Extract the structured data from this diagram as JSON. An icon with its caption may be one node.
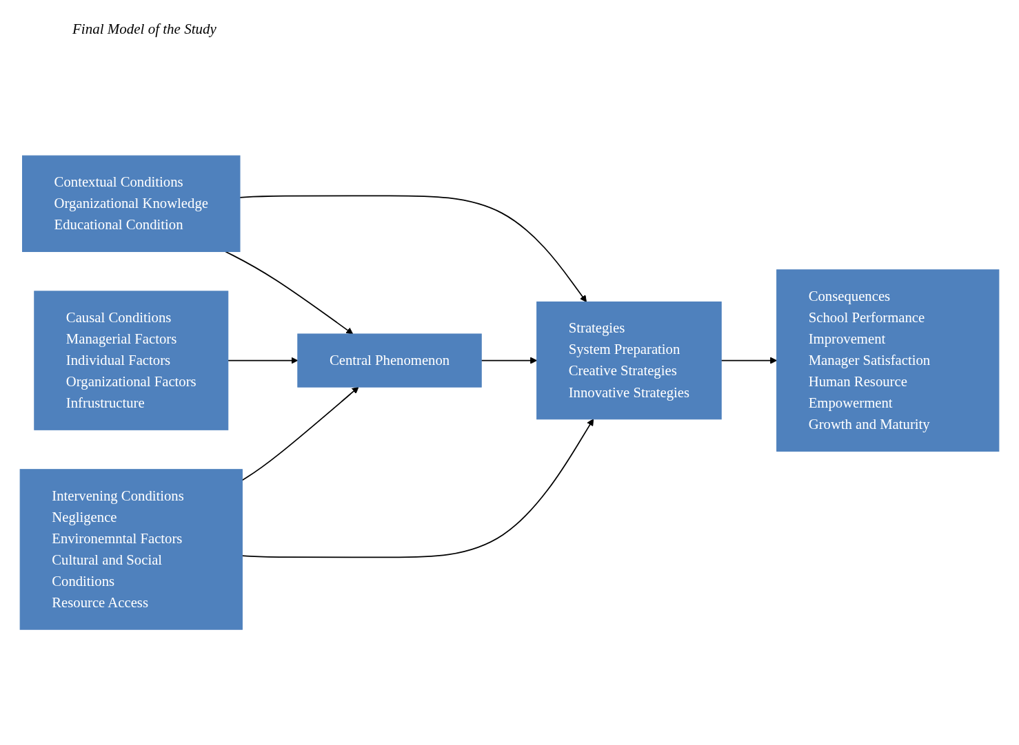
{
  "diagram": {
    "title": "Final Model of the Study",
    "nodes": [
      {
        "text": [
          "Contextual Conditions",
          "Organizational Knowledge",
          "Educational Condition"
        ]
      },
      {
        "text": [
          "Causal Conditions",
          "Managerial Factors",
          "Individual Factors",
          "Organizational Factors",
          "Infrustructure"
        ]
      },
      {
        "text": [
          "Central Phenomenon"
        ]
      },
      {
        "text": [
          "Strategies",
          "System Preparation",
          "Creative Strategies",
          "Innovative Strategies"
        ]
      },
      {
        "text": [
          "Consequences",
          "School Performance Improvement",
          "Manager Satisfaction",
          "Human Resource Empowerment",
          "Growth and Maturity"
        ]
      },
      {
        "text": [
          "Intervening Conditions",
          "Negligence",
          "Environemntal Factors",
          "Cultural and Social Conditions",
          "Resource Access"
        ]
      }
    ],
    "edges": [
      {
        "from": 0,
        "to": 2,
        "arrow": "to"
      },
      {
        "from": 0,
        "to": 3,
        "arrow": "to"
      },
      {
        "from": 1,
        "to": 2,
        "arrow": "to"
      },
      {
        "from": 2,
        "to": 3,
        "arrow": "to"
      },
      {
        "from": 3,
        "to": 4,
        "arrow": "to"
      },
      {
        "from": 5,
        "to": 2,
        "arrow": "to"
      },
      {
        "from": 5,
        "to": 3,
        "arrow": "to"
      }
    ]
  }
}
